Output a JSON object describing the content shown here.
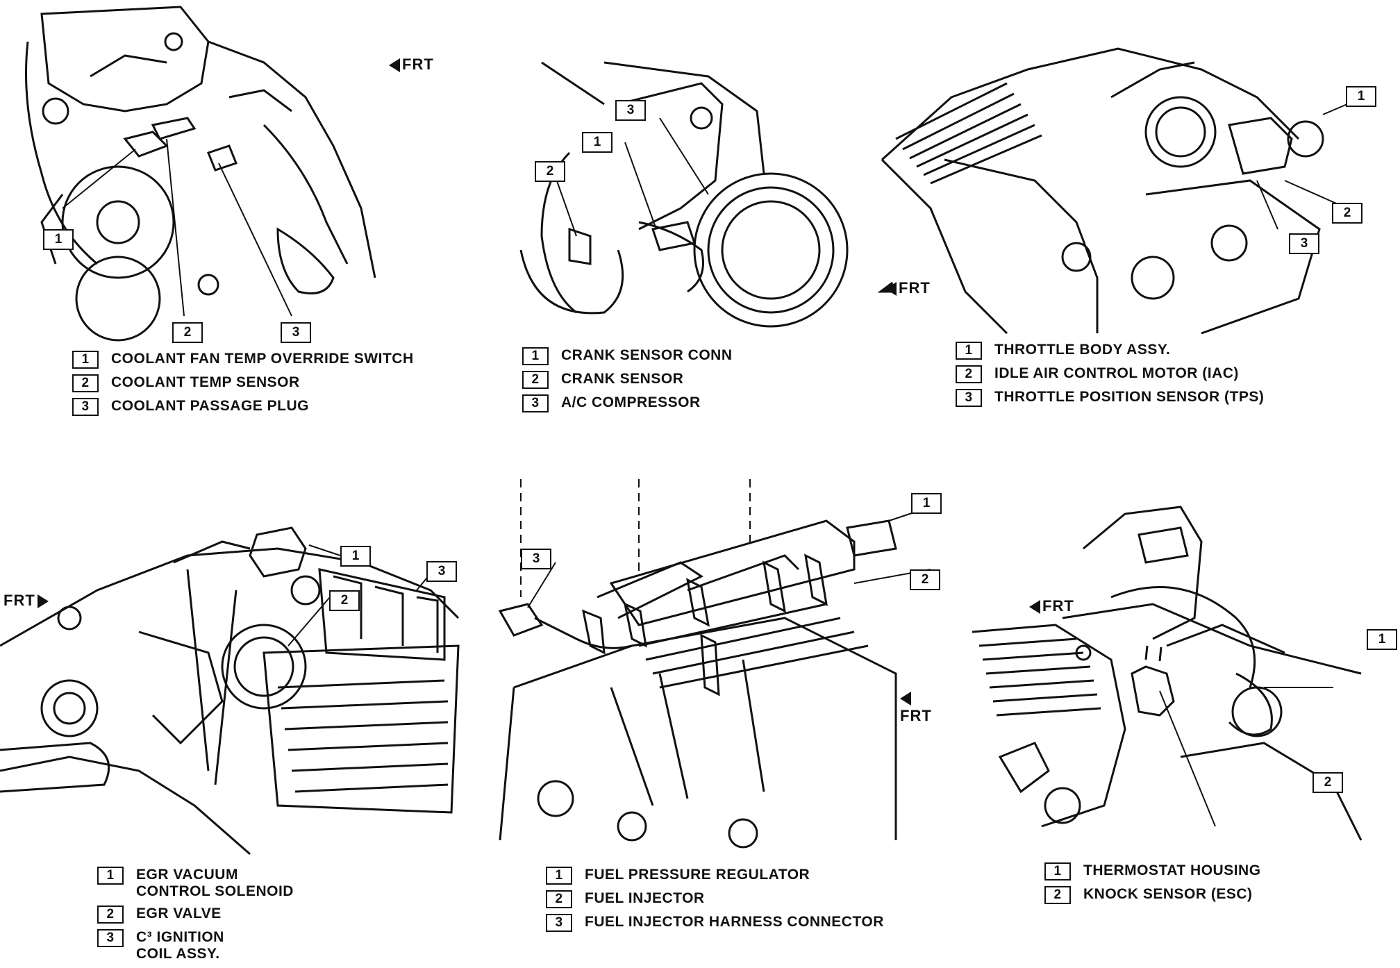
{
  "frt_label": "FRT",
  "panels": [
    {
      "id": "coolant",
      "legend": [
        {
          "num": "1",
          "text": "COOLANT FAN TEMP OVERRIDE SWITCH"
        },
        {
          "num": "2",
          "text": "COOLANT TEMP SENSOR"
        },
        {
          "num": "3",
          "text": "COOLANT PASSAGE PLUG"
        }
      ]
    },
    {
      "id": "crank",
      "legend": [
        {
          "num": "1",
          "text": "CRANK SENSOR CONN"
        },
        {
          "num": "2",
          "text": "CRANK SENSOR"
        },
        {
          "num": "3",
          "text": "A/C COMPRESSOR"
        }
      ]
    },
    {
      "id": "throttle",
      "legend": [
        {
          "num": "1",
          "text": "THROTTLE BODY ASSY."
        },
        {
          "num": "2",
          "text": "IDLE AIR CONTROL MOTOR (IAC)"
        },
        {
          "num": "3",
          "text": "THROTTLE POSITION SENSOR (TPS)"
        }
      ]
    },
    {
      "id": "egr",
      "legend": [
        {
          "num": "1",
          "text": "EGR VACUUM\nCONTROL SOLENOID"
        },
        {
          "num": "2",
          "text": "EGR VALVE"
        },
        {
          "num": "3",
          "text": "C³ IGNITION\nCOIL ASSY."
        }
      ]
    },
    {
      "id": "fuel",
      "legend": [
        {
          "num": "1",
          "text": "FUEL PRESSURE REGULATOR"
        },
        {
          "num": "2",
          "text": "FUEL INJECTOR"
        },
        {
          "num": "3",
          "text": "FUEL INJECTOR HARNESS CONNECTOR"
        }
      ]
    },
    {
      "id": "thermostat",
      "legend": [
        {
          "num": "1",
          "text": "THERMOSTAT HOUSING"
        },
        {
          "num": "2",
          "text": "KNOCK SENSOR (ESC)"
        }
      ]
    }
  ]
}
